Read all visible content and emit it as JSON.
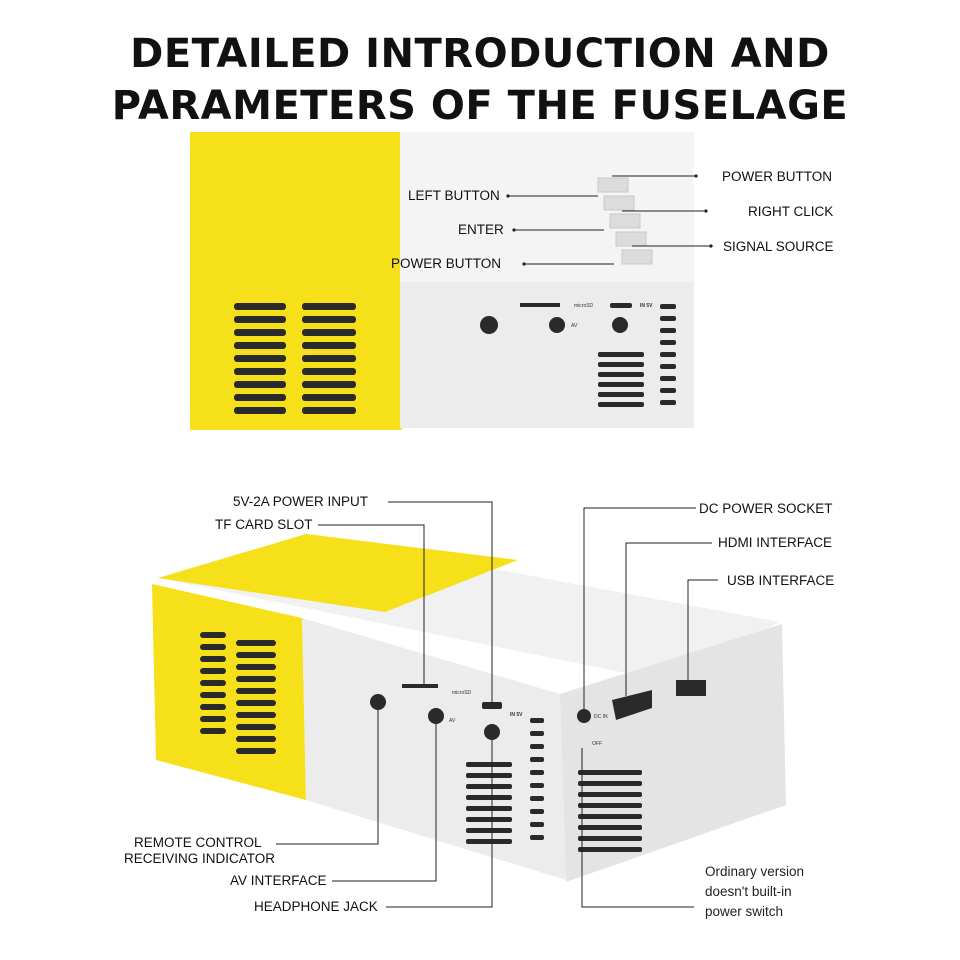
{
  "header": {
    "title_line1": "DETAILED INTRODUCTION AND",
    "title_line2": "PARAMETERS OF THE FUSELAGE"
  },
  "colors": {
    "yellow": "#f5e01a",
    "shell": "#ececec",
    "dark": "#2a2a2a"
  },
  "top_view": {
    "labels": {
      "power_button_right": "POWER BUTTON",
      "right_click": "RIGHT CLICK",
      "signal_source": "SIGNAL SOURCE",
      "left_button": "LEFT BUTTON",
      "enter": "ENTER",
      "power_button_left": "POWER BUTTON"
    },
    "port_marks": {
      "micro_sd": "microSD",
      "in5v": "IN 5V",
      "av": "AV"
    }
  },
  "bottom_view": {
    "labels": {
      "power_input": "5V-2A POWER INPUT",
      "tf_card_slot": "TF CARD SLOT",
      "dc_power_socket": "DC POWER SOCKET",
      "hdmi_interface": "HDMI INTERFACE",
      "usb_interface": "USB INTERFACE",
      "remote_line1": "REMOTE CONTROL",
      "remote_line2": "RECEIVING INDICATOR",
      "av_interface": "AV INTERFACE",
      "headphone_jack": "HEADPHONE JACK"
    },
    "note_lines": [
      "Ordinary version",
      "doesn't built-in",
      "power switch"
    ],
    "port_marks": {
      "micro_sd": "microSD",
      "in5v": "IN 5V",
      "av": "AV",
      "dc_in": "DC IN",
      "off": "OFF"
    }
  }
}
